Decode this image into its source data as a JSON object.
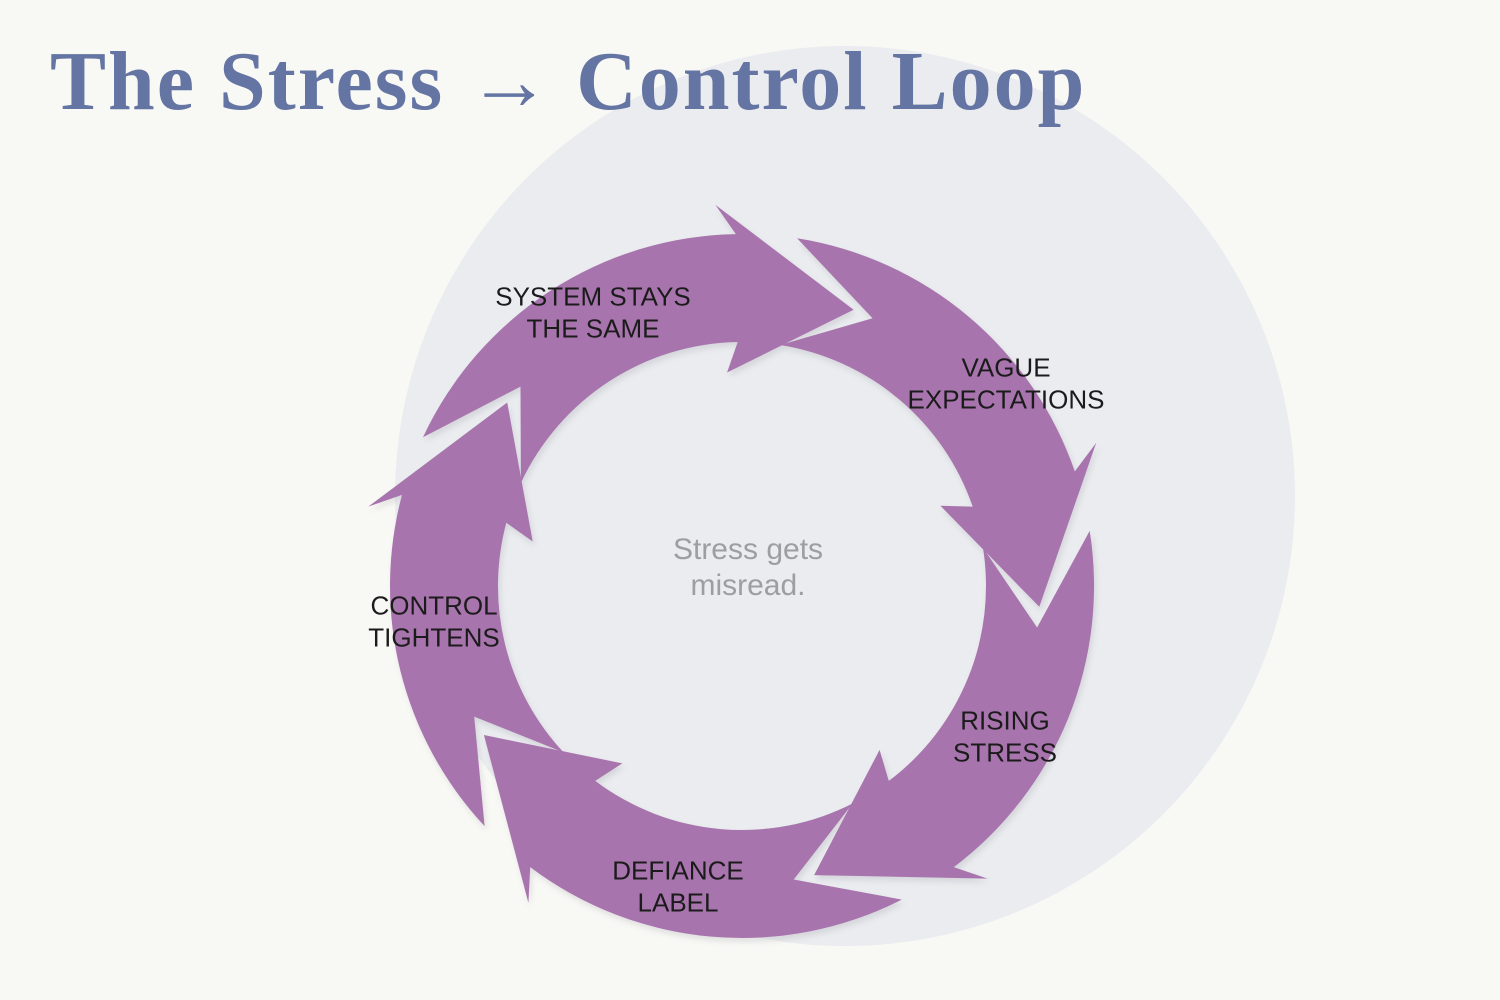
{
  "title": "The Stress → Control Loop",
  "center_caption": "Stress gets misread.",
  "loop": {
    "type": "cycle-diagram",
    "direction": "clockwise",
    "steps": [
      "SYSTEM STAYS THE SAME",
      "VAGUE EXPECTATIONS",
      "RISING STRESS",
      "DEFIANCE LABEL",
      "CONTROL TIGHTENS"
    ]
  },
  "colors": {
    "page_background": "#f8f8f5",
    "backdrop_circle": "#eaecef",
    "arrow": "#a874ad",
    "title_text": "#6474a3",
    "step_label_text": "#1b1b1b",
    "center_caption_text": "#9b9fa3"
  }
}
